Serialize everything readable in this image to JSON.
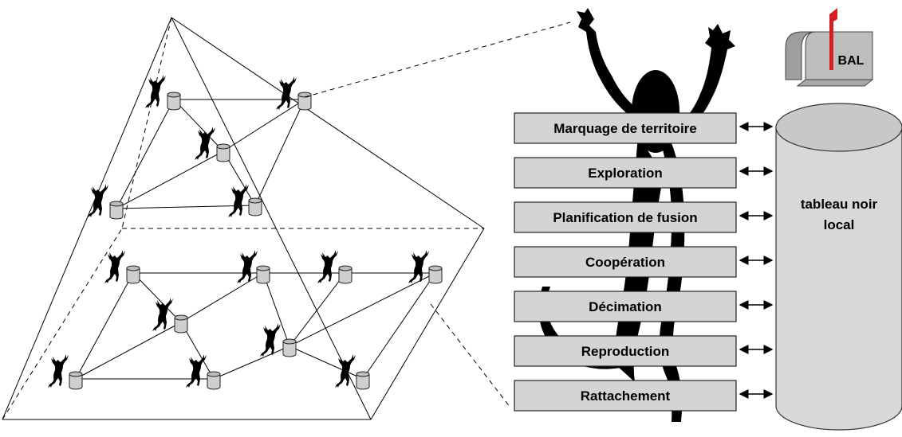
{
  "mailbox": {
    "label": "BAL"
  },
  "blackboard": {
    "line1": "tableau noir",
    "line2": "local"
  },
  "modules": [
    "Marquage de territoire",
    "Exploration",
    "Planification de fusion",
    "Coopération",
    "Décimation",
    "Reproduction",
    "Rattachement"
  ],
  "colors": {
    "module_fill": "#d4d4d4",
    "cylinder_fill": "#d0d0d0",
    "agent_silhouette": "#000000",
    "mailbox_flag": "#cc1111"
  },
  "icons": [
    "agent-silhouette-icon",
    "database-cylinder-icon",
    "mailbox-icon",
    "double-arrow-icon"
  ]
}
